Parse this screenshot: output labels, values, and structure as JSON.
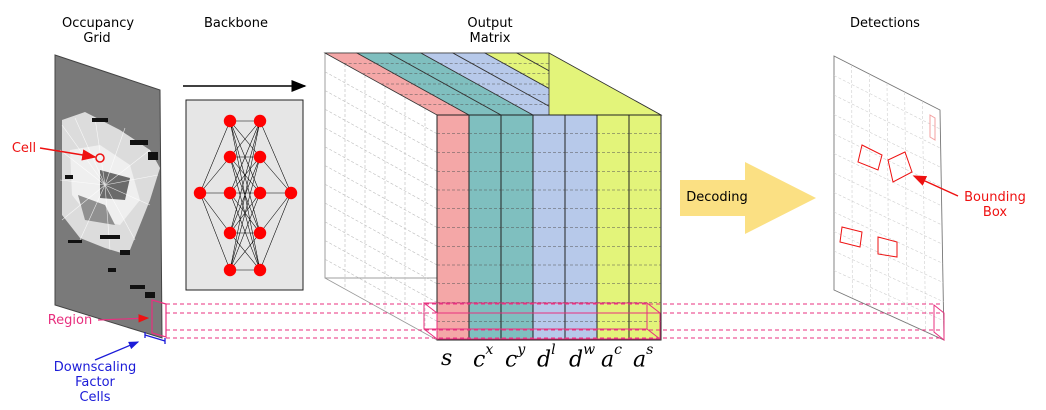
{
  "labels": {
    "occupancy_grid": [
      "Occupancy",
      "Grid"
    ],
    "backbone": "Backbone",
    "output_matrix": [
      "Output",
      "Matrix"
    ],
    "detections": "Detections",
    "cell": "Cell",
    "region": "Region",
    "downscaling": [
      "Downscaling",
      "Factor",
      "Cells"
    ],
    "decoding": "Decoding",
    "bounding_box": [
      "Bounding",
      "Box"
    ]
  },
  "channels": [
    {
      "base": "s",
      "sup": "",
      "color": "#f4a7a7"
    },
    {
      "base": "c",
      "sup": "x",
      "color": "#7fbfbf"
    },
    {
      "base": "c",
      "sup": "y",
      "color": "#7fbfbf"
    },
    {
      "base": "d",
      "sup": "l",
      "color": "#b7c9ea"
    },
    {
      "base": "d",
      "sup": "w",
      "color": "#b7c9ea"
    },
    {
      "base": "a",
      "sup": "c",
      "color": "#e3f47a"
    },
    {
      "base": "a",
      "sup": "s",
      "color": "#e3f47a"
    }
  ],
  "colors": {
    "red": "#ee1111",
    "magenta": "#e8307f",
    "blue": "#1b1bd8",
    "arrow": "#fbe083",
    "panel": "#e6e6e6"
  },
  "icons": [
    "network-diagram",
    "occupancy-grid-image",
    "decoding-arrow",
    "right-arrow"
  ]
}
